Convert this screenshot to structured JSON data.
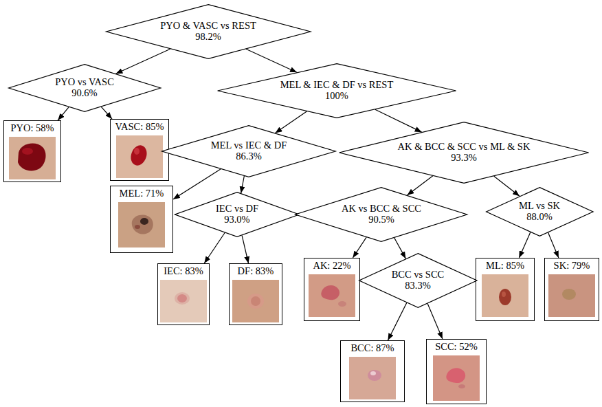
{
  "diagram": {
    "nodes": [
      {
        "text": [
          "PYO & VASC vs REST",
          "98.2%"
        ]
      },
      {
        "text": [
          "PYO vs VASC",
          "90.6%"
        ]
      },
      {
        "text": [
          "MEL & IEC & DF vs REST",
          "100%"
        ]
      },
      {
        "text": [
          "PYO: 58%"
        ]
      },
      {
        "text": [
          "VASC: 85%"
        ]
      },
      {
        "text": [
          "MEL vs IEC & DF",
          "86.3%"
        ]
      },
      {
        "text": [
          "AK & BCC & SCC vs ML & SK",
          "93.3%"
        ]
      },
      {
        "text": [
          "MEL: 71%"
        ]
      },
      {
        "text": [
          "IEC vs DF",
          "93.0%"
        ]
      },
      {
        "text": [
          "AK vs BCC & SCC",
          "90.5%"
        ]
      },
      {
        "text": [
          "ML vs SK",
          "88.0%"
        ]
      },
      {
        "text": [
          "IEC: 83%"
        ]
      },
      {
        "text": [
          "DF: 83%"
        ]
      },
      {
        "text": [
          "AK: 22%"
        ]
      },
      {
        "text": [
          "BCC vs SCC",
          "83.3%"
        ]
      },
      {
        "text": [
          "ML: 85%"
        ]
      },
      {
        "text": [
          "SK: 79%"
        ]
      },
      {
        "text": [
          "BCC: 87%"
        ]
      },
      {
        "text": [
          "SCC: 52%"
        ]
      }
    ],
    "edges": [
      {
        "from": 0,
        "to": 1,
        "arrow": "to"
      },
      {
        "from": 0,
        "to": 2,
        "arrow": "to"
      },
      {
        "from": 1,
        "to": 3,
        "arrow": "to"
      },
      {
        "from": 1,
        "to": 4,
        "arrow": "to"
      },
      {
        "from": 2,
        "to": 5,
        "arrow": "to"
      },
      {
        "from": 2,
        "to": 6,
        "arrow": "to"
      },
      {
        "from": 5,
        "to": 7,
        "arrow": "to"
      },
      {
        "from": 5,
        "to": 8,
        "arrow": "to"
      },
      {
        "from": 8,
        "to": 11,
        "arrow": "to"
      },
      {
        "from": 8,
        "to": 12,
        "arrow": "to"
      },
      {
        "from": 6,
        "to": 9,
        "arrow": "to"
      },
      {
        "from": 6,
        "to": 10,
        "arrow": "to"
      },
      {
        "from": 9,
        "to": 13,
        "arrow": "to"
      },
      {
        "from": 9,
        "to": 14,
        "arrow": "to"
      },
      {
        "from": 14,
        "to": 17,
        "arrow": "to"
      },
      {
        "from": 14,
        "to": 18,
        "arrow": "to"
      },
      {
        "from": 10,
        "to": 15,
        "arrow": "to"
      },
      {
        "from": 10,
        "to": 16,
        "arrow": "to"
      }
    ]
  }
}
